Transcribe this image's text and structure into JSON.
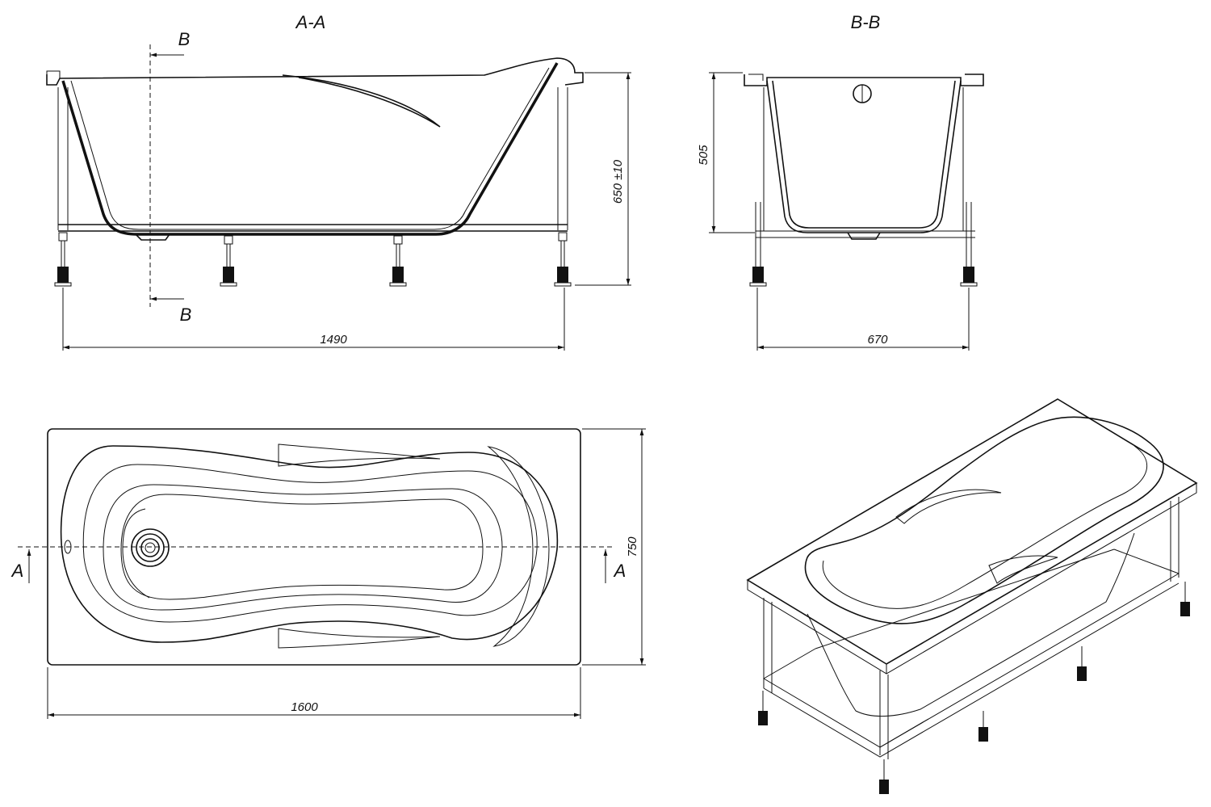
{
  "views": {
    "section_aa": {
      "title": "A-A",
      "dim_length": "1490",
      "dim_height": "650 ±10",
      "cut_label": "B"
    },
    "section_bb": {
      "title": "B-B",
      "dim_width": "670",
      "dim_height": "505"
    },
    "plan": {
      "dim_length": "1600",
      "dim_width": "750",
      "cut_label": "A"
    },
    "isometric": {}
  }
}
